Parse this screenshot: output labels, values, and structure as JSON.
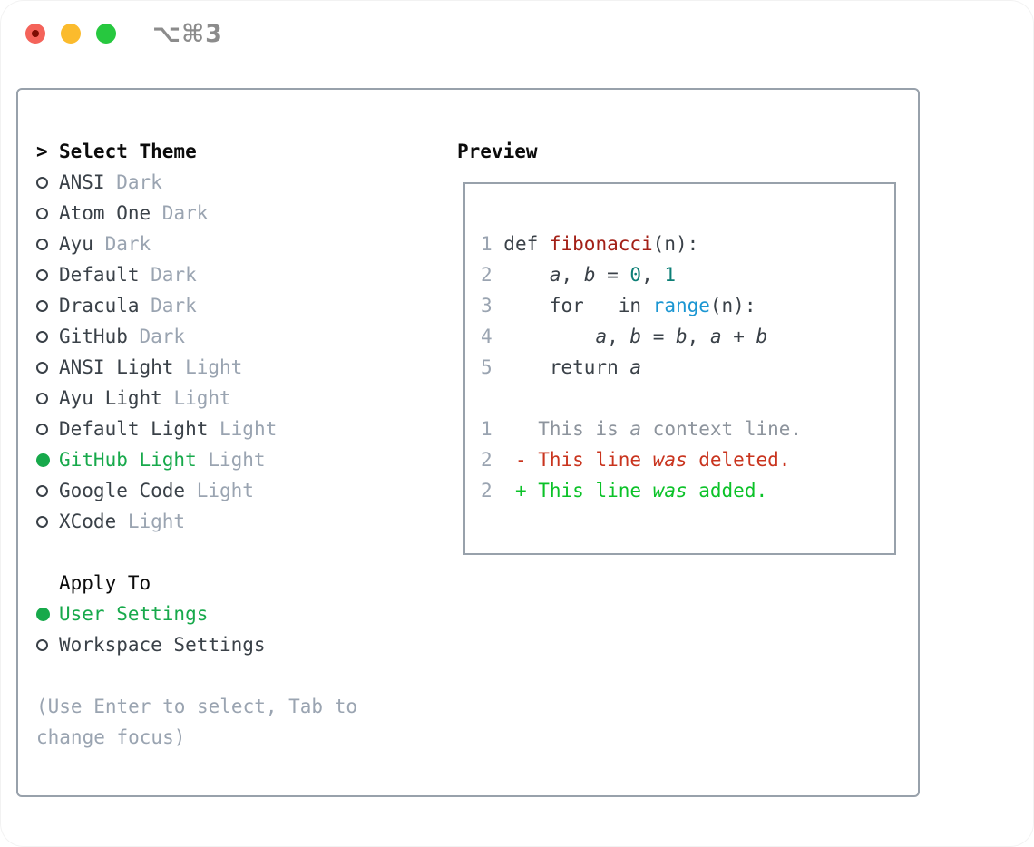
{
  "colors": {
    "traffic-red": "#f4635a",
    "traffic-red-dot": "#7d0d03",
    "traffic-yellow": "#fbbb2d",
    "traffic-green": "#27c83f",
    "shortcut-gray": "#8c8c8c",
    "border-gray": "#98a1ab",
    "text-black": "#0b0b0b",
    "text-dark": "#3a4148",
    "muted-gray": "#9aa4b1",
    "context-gray": "#8d949d",
    "select-green": "#17a94b",
    "add-green": "#0bc228",
    "del-red": "#c9341e",
    "func-red": "#a32017",
    "builtin-blue": "#1b96d2",
    "num-teal": "#0d7f76",
    "code-default": "#3a4148"
  },
  "titlebar": {
    "shortcut": "⌥⌘3"
  },
  "theme_picker": {
    "header_prefix": ">",
    "header": "Select Theme",
    "themes": [
      {
        "name": "ANSI",
        "tag": "Dark",
        "selected": false
      },
      {
        "name": "Atom One",
        "tag": "Dark",
        "selected": false
      },
      {
        "name": "Ayu",
        "tag": "Dark",
        "selected": false
      },
      {
        "name": "Default",
        "tag": "Dark",
        "selected": false
      },
      {
        "name": "Dracula",
        "tag": "Dark",
        "selected": false
      },
      {
        "name": "GitHub",
        "tag": "Dark",
        "selected": false
      },
      {
        "name": "ANSI Light",
        "tag": "Light",
        "selected": false
      },
      {
        "name": "Ayu Light",
        "tag": "Light",
        "selected": false
      },
      {
        "name": "Default Light",
        "tag": "Light",
        "selected": false
      },
      {
        "name": "GitHub Light",
        "tag": "Light",
        "selected": true
      },
      {
        "name": "Google Code",
        "tag": "Light",
        "selected": false
      },
      {
        "name": "XCode",
        "tag": "Light",
        "selected": false
      }
    ],
    "apply_header": "Apply To",
    "apply_options": [
      {
        "name": "User Settings",
        "selected": true
      },
      {
        "name": "Workspace Settings",
        "selected": false
      }
    ],
    "hint": "(Use Enter to select, Tab to change focus)"
  },
  "preview": {
    "header": "Preview",
    "code_lines": [
      [
        [
          "ln",
          "1 "
        ],
        [
          "d",
          "def "
        ],
        [
          "fn",
          "fibonacci"
        ],
        [
          "d",
          "(n):"
        ]
      ],
      [
        [
          "ln",
          "2 "
        ],
        [
          "d",
          "    "
        ],
        [
          "d",
          "a",
          "i"
        ],
        [
          "d",
          ", "
        ],
        [
          "d",
          "b",
          "i"
        ],
        [
          "d",
          " = "
        ],
        [
          "nm",
          "0"
        ],
        [
          "d",
          ", "
        ],
        [
          "nm",
          "1"
        ]
      ],
      [
        [
          "ln",
          "3 "
        ],
        [
          "d",
          "    for _ in "
        ],
        [
          "bi",
          "range"
        ],
        [
          "d",
          "(n):"
        ]
      ],
      [
        [
          "ln",
          "4 "
        ],
        [
          "d",
          "        "
        ],
        [
          "d",
          "a",
          "i"
        ],
        [
          "d",
          ", "
        ],
        [
          "d",
          "b",
          "i"
        ],
        [
          "d",
          " = "
        ],
        [
          "d",
          "b",
          "i"
        ],
        [
          "d",
          ", "
        ],
        [
          "d",
          "a",
          "i"
        ],
        [
          "d",
          " + "
        ],
        [
          "d",
          "b",
          "i"
        ]
      ],
      [
        [
          "ln",
          "5 "
        ],
        [
          "d",
          "    return "
        ],
        [
          "d",
          "a",
          "i"
        ]
      ],
      [],
      [
        [
          "ln",
          "1 "
        ],
        [
          "cx",
          "   This is "
        ],
        [
          "cx",
          "a",
          "i"
        ],
        [
          "cx",
          " context line."
        ]
      ],
      [
        [
          "ln",
          "2 "
        ],
        [
          "de",
          " - This line "
        ],
        [
          "de",
          "was",
          "i"
        ],
        [
          "de",
          " deleted."
        ]
      ],
      [
        [
          "ln",
          "2 "
        ],
        [
          "ad",
          " + This line "
        ],
        [
          "ad",
          "was",
          "i"
        ],
        [
          "ad",
          " added."
        ]
      ]
    ]
  }
}
